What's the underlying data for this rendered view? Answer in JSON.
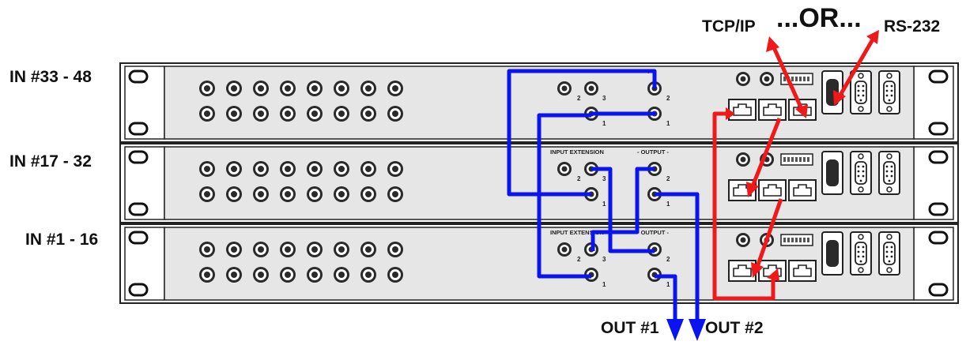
{
  "inputs": {
    "top": "IN #33 - 48",
    "mid": "IN #17 - 32",
    "bottom": "IN #1 - 16"
  },
  "control": {
    "tcpip": "TCP/IP",
    "or": "...OR...",
    "rs232": "RS-232"
  },
  "outputs": {
    "out1": "OUT #1",
    "out2": "OUT #2"
  },
  "panel": {
    "input_extension": "INPUT EXTENSION",
    "output": "- OUTPUT -",
    "jack_numbers": [
      "1",
      "2",
      "3"
    ]
  },
  "colors": {
    "video_cable": "#0a14f0",
    "control_cable": "#f01818",
    "chassis": "#e6e6e6"
  }
}
